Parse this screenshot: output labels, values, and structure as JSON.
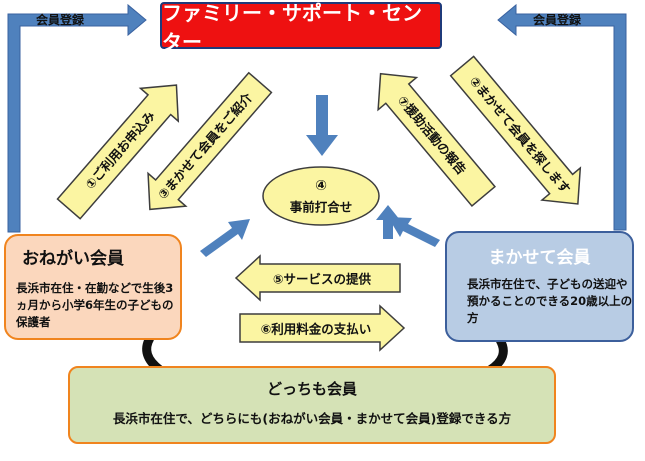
{
  "center": {
    "title": "ファミリー・サポート・センター"
  },
  "registration": {
    "left_label": "会員登録",
    "right_label": "会員登録"
  },
  "meeting": {
    "number": "④",
    "label": "事前打合せ"
  },
  "onegai": {
    "title": "おねがい会員",
    "desc": "長浜市在住・在勤などで生後3ヵ月から小学6年生の子どもの保護者"
  },
  "makase": {
    "title": "まかせて会員",
    "desc": "長浜市在住で、子どもの送迎や預かることのできる20歳以上の方"
  },
  "docchi": {
    "title": "どっちも会員",
    "desc": "長浜市在住で、どちらにも(おねがい会員・まかせて会員)登録できる方"
  },
  "steps": {
    "s1": "①ご利用お申込み",
    "s2": "②まかせて会員を探します",
    "s3": "③まかせて会員をご紹介",
    "s5": "⑤サービスの提供",
    "s6": "⑥利用料金の支払い",
    "s7": "⑦援助活動の報告"
  },
  "colors": {
    "center_fill": "#ee1111",
    "step_arrow_fill": "#fbf5a2",
    "step_arrow_border": "#3d3d3d",
    "blue_arrow": "#4f81bd",
    "onegai_fill": "#fbd7bd",
    "makase_fill": "#b8cce4",
    "docchi_fill": "#d5e2b6",
    "orange_border": "#f0841e"
  }
}
